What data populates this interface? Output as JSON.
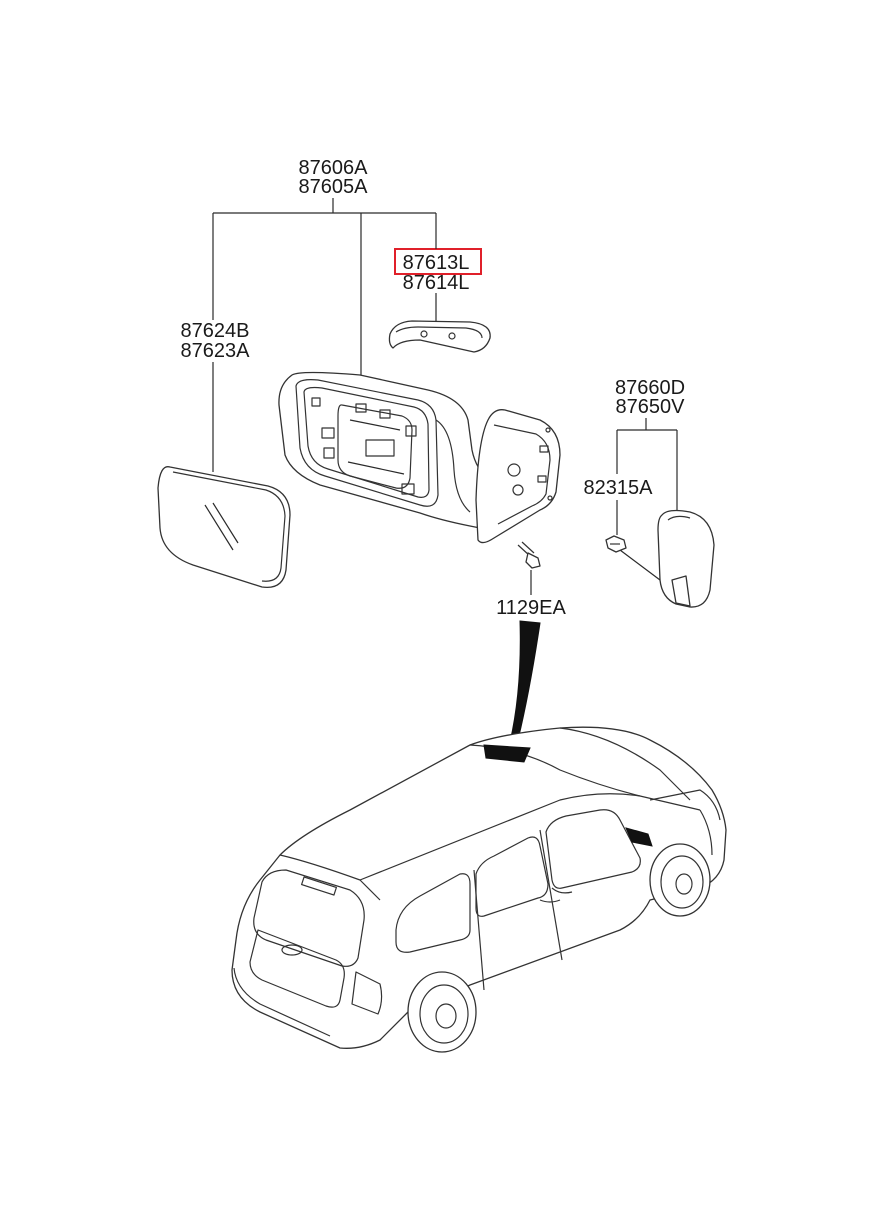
{
  "labels": {
    "assembly_upper": "87606A",
    "assembly_lower": "87605A",
    "cover_upper": "87613L",
    "cover_lower": "87614L",
    "glass_upper": "87624B",
    "glass_lower": "87623A",
    "cap_upper": "87660D",
    "cap_lower": "87650V",
    "clip": "82315A",
    "screw": "1129EA"
  },
  "highlight": {
    "part": "87613L",
    "color": "#e0202a"
  }
}
